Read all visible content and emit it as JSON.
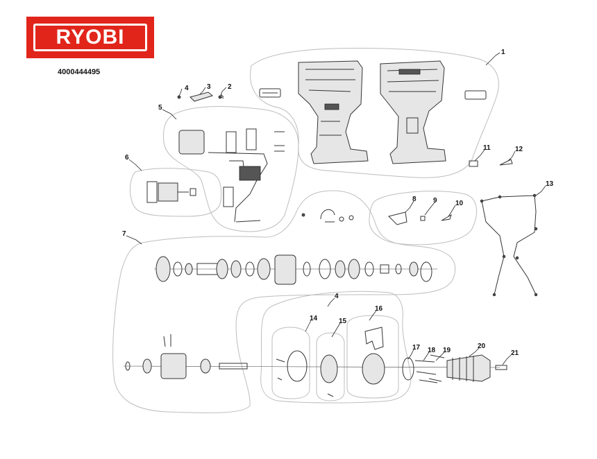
{
  "brand": {
    "logo_text": "RYOBI",
    "logo_color": "#e1251b"
  },
  "document": {
    "part_number": "4000444495"
  },
  "callouts": [
    "1",
    "2",
    "3",
    "4",
    "5",
    "6",
    "7",
    "8",
    "9",
    "10",
    "11",
    "12",
    "13",
    "4",
    "14",
    "15",
    "16",
    "17",
    "18",
    "19",
    "20",
    "21"
  ],
  "icons": [
    "drill-housing-left",
    "drill-housing-right",
    "motor",
    "switch-assembly",
    "gearbox",
    "chuck",
    "screw"
  ]
}
